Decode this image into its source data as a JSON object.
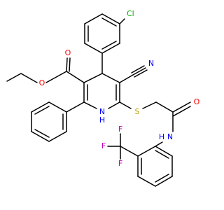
{
  "diagram_type": "chemical-structure",
  "colors": {
    "bond": "#000000",
    "O": "#ff0000",
    "N": "#0000ff",
    "Cl": "#00aa00",
    "S": "#b8a000",
    "F": "#c000c0"
  },
  "atoms": [
    {
      "id": "o_ester_dbl",
      "label": "O",
      "element": "O"
    },
    {
      "id": "o_ester_sgl",
      "label": "O",
      "element": "O"
    },
    {
      "id": "cl",
      "label": "Cl",
      "element": "Cl"
    },
    {
      "id": "n_nitrile",
      "label": "N",
      "element": "N"
    },
    {
      "id": "nh_ring",
      "label": "N",
      "sub": "H",
      "element": "N"
    },
    {
      "id": "s",
      "label": "S",
      "element": "S"
    },
    {
      "id": "o_amide",
      "label": "O",
      "element": "O"
    },
    {
      "id": "nh_amide",
      "label": "N",
      "sub": "H",
      "element": "N"
    },
    {
      "id": "f1",
      "label": "F",
      "element": "F"
    },
    {
      "id": "f2",
      "label": "F",
      "element": "F"
    },
    {
      "id": "f3",
      "label": "F",
      "element": "F"
    }
  ]
}
